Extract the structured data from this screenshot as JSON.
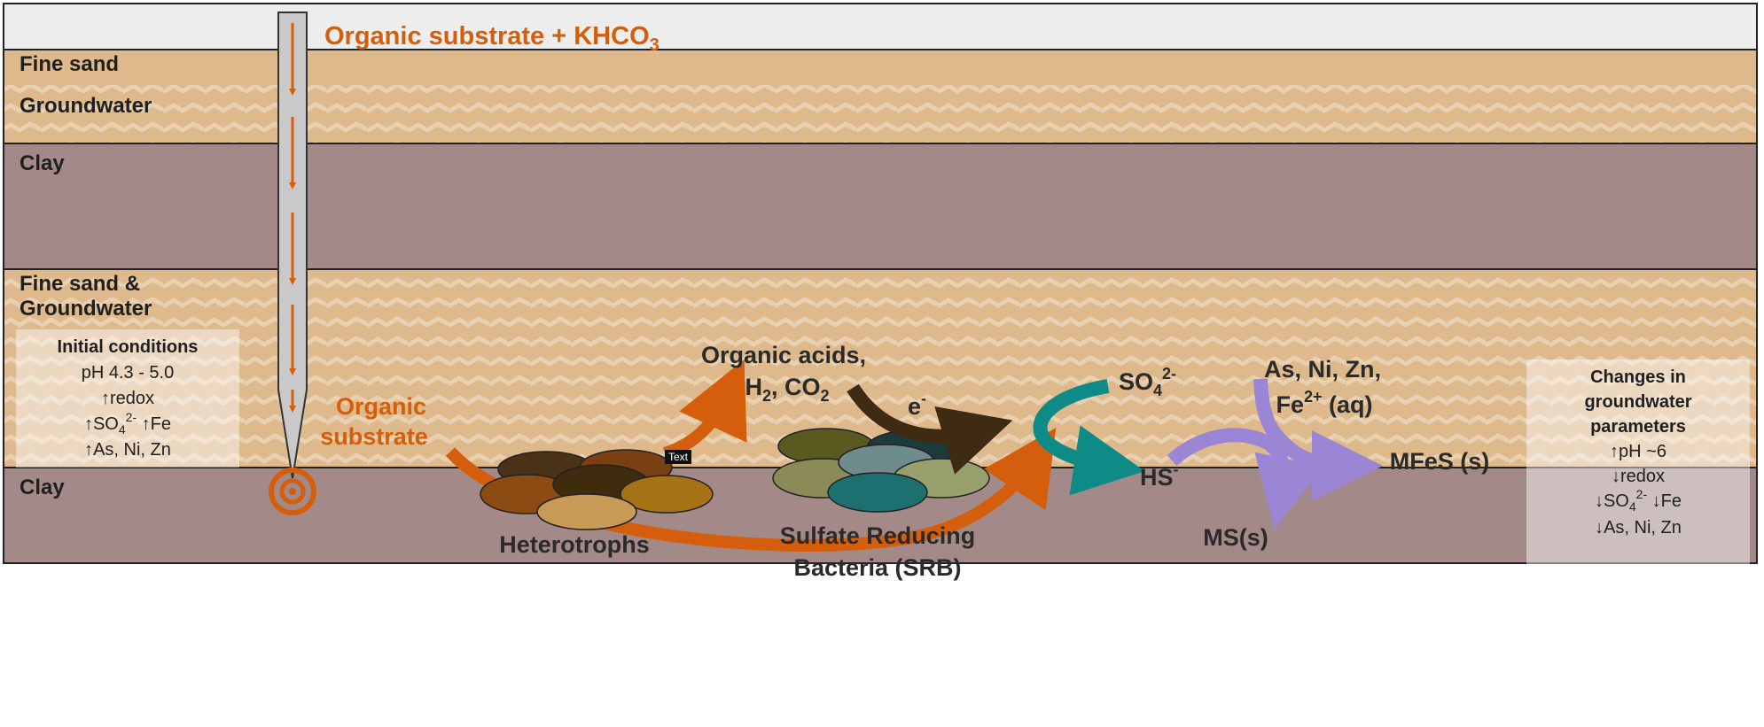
{
  "injection": {
    "label_main": "Organic substrate + KHCO",
    "label_sub": "3"
  },
  "layers": {
    "fine_sand": "Fine sand",
    "groundwater": "Groundwater",
    "clay_upper": "Clay",
    "fine_sand_gw_line1": "Fine sand &",
    "fine_sand_gw_line2": "Groundwater",
    "clay_lower": "Clay"
  },
  "initial_conditions": {
    "title": "Initial conditions",
    "ph": "pH 4.3 - 5.0",
    "redox": "↑redox",
    "so4_prefix": "↑SO",
    "so4_sub": "4",
    "so4_sup": "2-",
    "fe": " ↑Fe",
    "metals": "↑As, Ni, Zn"
  },
  "process": {
    "organic_substrate_line1": "Organic",
    "organic_substrate_line2": "substrate",
    "heterotrophs": "Heterotrophs",
    "text_tag": "Text",
    "organic_acids_line1": "Organic acids,",
    "h2": "H",
    "h2_sub": "2",
    "co2": ", CO",
    "co2_sub": "2",
    "electron": "e",
    "electron_sup": "-",
    "srb_line1": "Sulfate Reducing",
    "srb_line2": "Bacteria (SRB)",
    "so4": "SO",
    "so4_sub": "4",
    "so4_sup": "2-",
    "hs": "HS",
    "hs_sup": "-",
    "metals_line1": "As, Ni, Zn,",
    "fe2": "Fe",
    "fe2_sup": "2+",
    "aq": " (aq)",
    "ms": "MS(s)",
    "mfes": "MFeS (s)"
  },
  "changes": {
    "title_line1": "Changes in",
    "title_line2": "groundwater",
    "title_line3": "parameters",
    "ph": "↑pH ~6",
    "redox": "↓redox",
    "so4_prefix": "↓SO",
    "so4_sub": "4",
    "so4_sup": "2-",
    "fe": " ↓Fe",
    "metals": "↓As, Ni, Zn"
  },
  "colors": {
    "sand": "#ddb98c",
    "clay": "#a38a88",
    "top": "#ededed",
    "orange": "#d55e0d",
    "teal": "#0e8a87",
    "purple": "#9b86d6",
    "dark_brown": "#3f2a14"
  }
}
